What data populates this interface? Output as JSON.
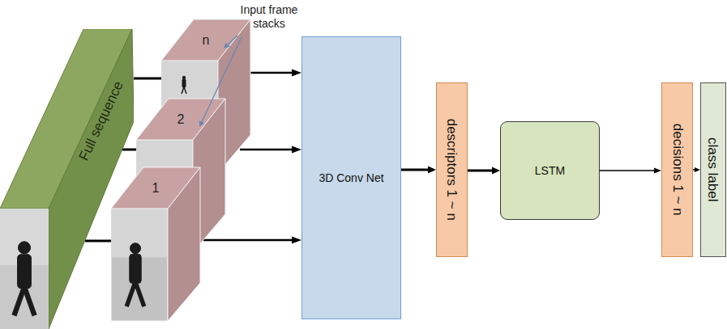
{
  "diagram": {
    "nodes": [
      {
        "text": [
          "Full sequence"
        ]
      },
      {
        "text": [
          "n"
        ]
      },
      {
        "text": [
          "2"
        ]
      },
      {
        "text": [
          "1"
        ]
      },
      {
        "text": [
          "3D Conv Net"
        ]
      },
      {
        "text": [
          "descriptors 1 ~ n"
        ]
      },
      {
        "text": [
          "LSTM"
        ]
      },
      {
        "text": [
          "decisions 1 ~ n"
        ]
      },
      {
        "text": [
          "class label"
        ]
      }
    ],
    "edges": [
      {
        "from": 0,
        "to": 1,
        "arrow": "none"
      },
      {
        "from": 0,
        "to": 2,
        "arrow": "none"
      },
      {
        "from": 0,
        "to": 3,
        "arrow": "none"
      },
      {
        "from": 1,
        "to": 4,
        "arrow": "to"
      },
      {
        "from": 2,
        "to": 4,
        "arrow": "to"
      },
      {
        "from": 3,
        "to": 4,
        "arrow": "to"
      },
      {
        "from": 4,
        "to": 5,
        "arrow": "to"
      },
      {
        "from": 5,
        "to": 6,
        "arrow": "to"
      },
      {
        "from": 6,
        "to": 7,
        "arrow": "to"
      },
      {
        "from": 7,
        "to": 8,
        "arrow": "to"
      }
    ],
    "labels": [
      "Input frame stacks"
    ]
  }
}
